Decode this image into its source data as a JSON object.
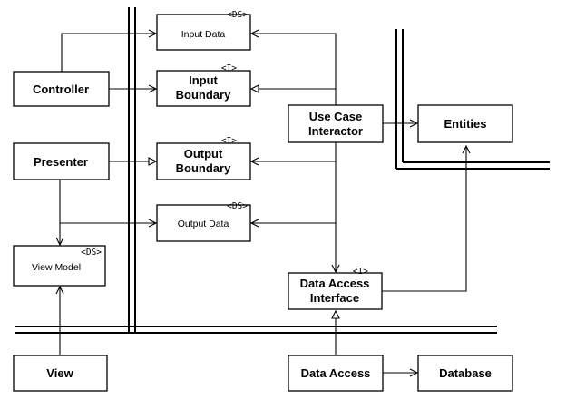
{
  "components": {
    "controller": {
      "label": "Controller"
    },
    "presenter": {
      "label": "Presenter"
    },
    "view_model": {
      "label": "View Model",
      "stereotype": "<DS>"
    },
    "view": {
      "label": "View"
    },
    "input_data": {
      "label": "Input Data",
      "stereotype": "<DS>"
    },
    "input_boundary": {
      "label_line1": "Input",
      "label_line2": "Boundary",
      "stereotype": "<I>"
    },
    "output_boundary": {
      "label_line1": "Output",
      "label_line2": "Boundary",
      "stereotype": "<I>"
    },
    "output_data": {
      "label": "Output Data",
      "stereotype": "<DS>"
    },
    "use_case_interactor": {
      "label_line1": "Use Case",
      "label_line2": "Interactor"
    },
    "entities": {
      "label": "Entities"
    },
    "data_access_interface": {
      "label_line1": "Data Access",
      "label_line2": "Interface",
      "stereotype": "<I>"
    },
    "data_access": {
      "label": "Data Access"
    },
    "database": {
      "label": "Database"
    }
  }
}
